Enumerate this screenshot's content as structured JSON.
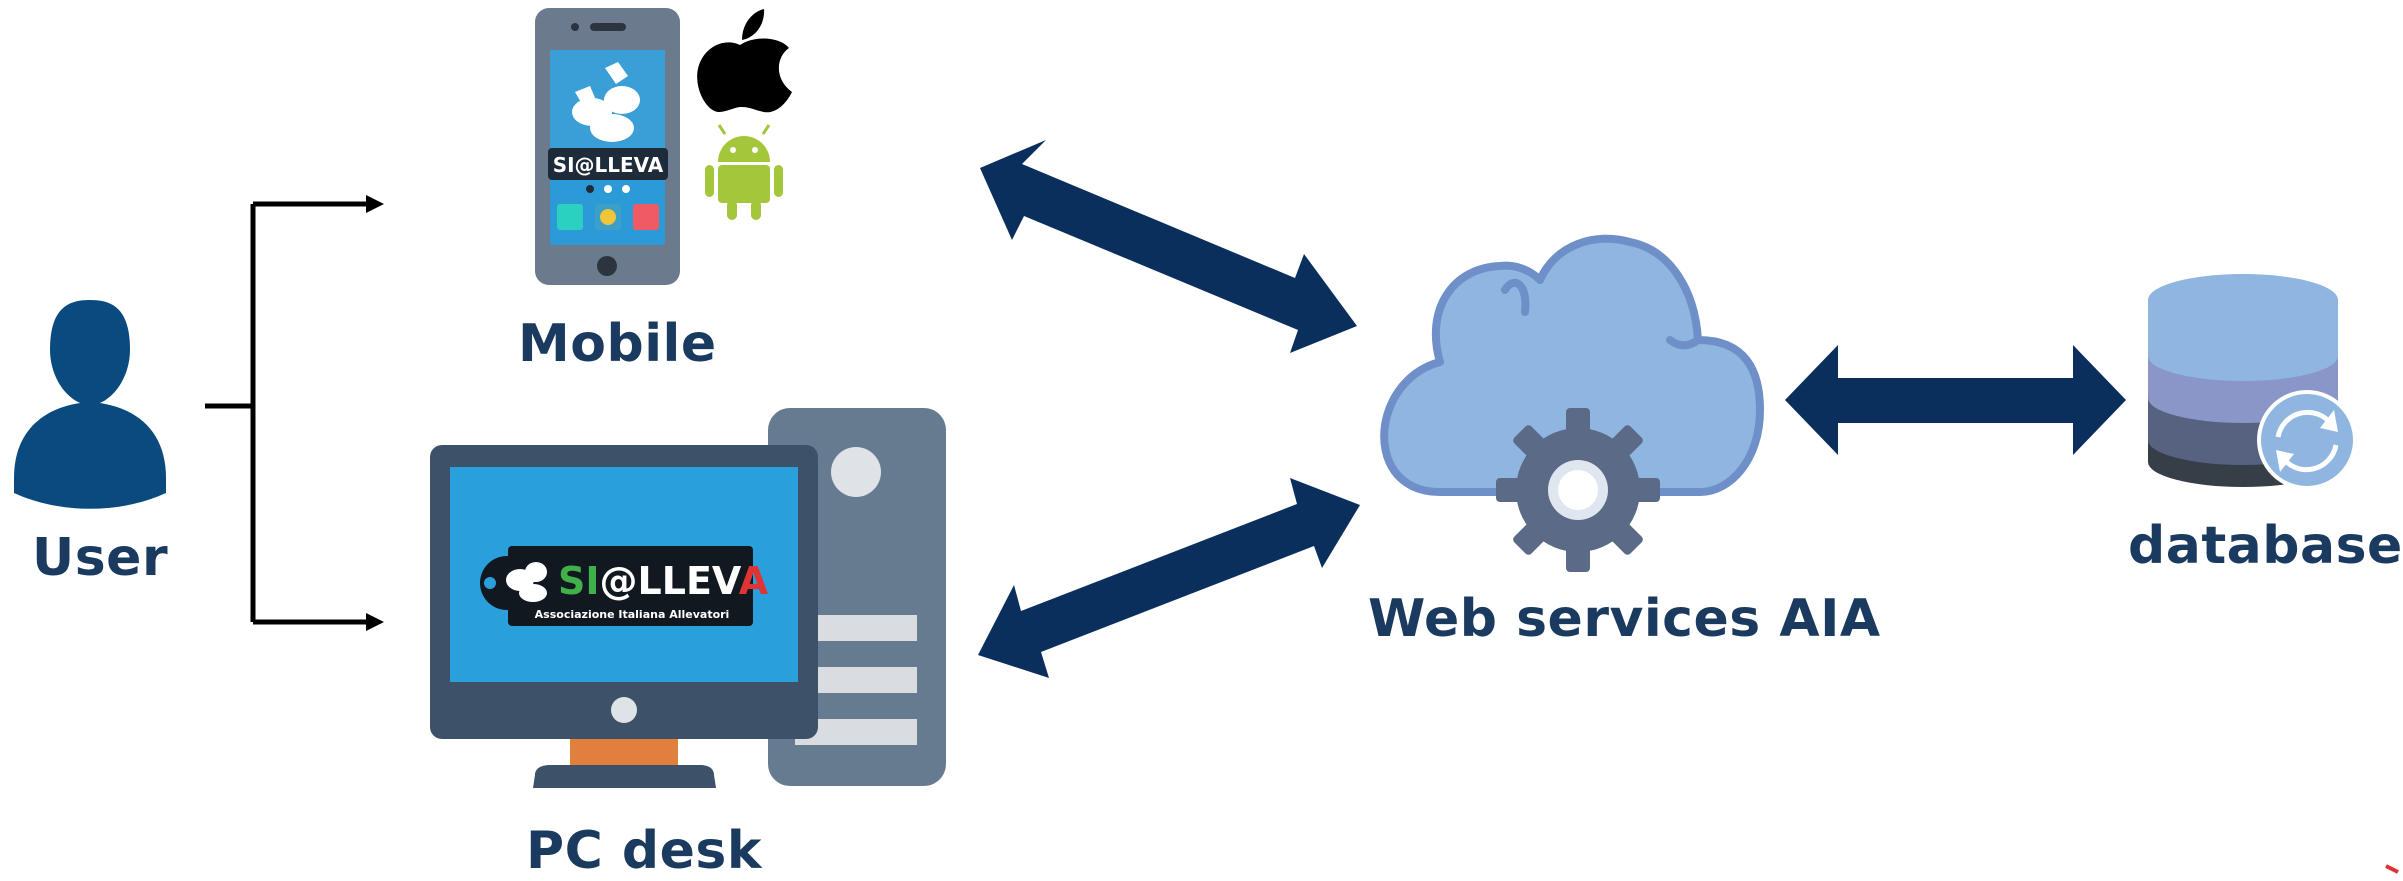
{
  "labels": {
    "user": "User",
    "mobile": "Mobile",
    "pc_desk": "PC desk",
    "web_services": "Web services AIA",
    "database": "database"
  },
  "logo": {
    "brand": "SI@LLEVA",
    "tagline": "Associazione Italiana Allevatori"
  },
  "icons": {
    "user": "user-icon",
    "phone": "smartphone-icon",
    "apple": "apple-logo-icon",
    "android": "android-logo-icon",
    "computer": "desktop-computer-icon",
    "cloud": "cloud-gear-icon",
    "database": "database-sync-icon"
  },
  "colors": {
    "navy": "#0b2f5c",
    "label": "#1b3a60",
    "user": "#0b4a7e",
    "cloud": "#8fb6e0",
    "cloud_outline": "#6f8fc9",
    "gear": "#5b6a86",
    "screen": "#29a0db",
    "monitor": "#3d5168",
    "tower": "#667b8f",
    "stand": "#e0803c",
    "android": "#a4c63a",
    "db_top": "#8fb6e0",
    "db_mid1": "#8a96c8",
    "db_mid2": "#56627f",
    "db_bottom": "#363f48"
  }
}
